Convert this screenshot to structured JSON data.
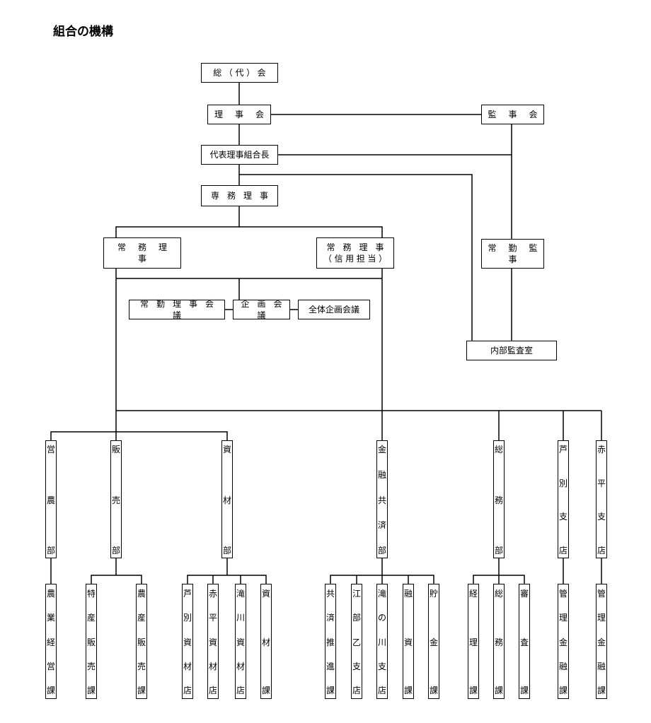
{
  "title": "組合の機構",
  "boxes": {
    "soudai": "総（代）会",
    "rijikai": "理 事 会",
    "kanjikai": "監 事 会",
    "daihyo": "代表理事組合長",
    "senmu": "専 務 理 事",
    "jomu1": "常 務 理 事",
    "jomu2_l1": "常 務 理 事",
    "jomu2_l2": "（信用担当）",
    "jokin_kanji": "常 勤 監 事",
    "jokin_riji": "常 勤 理 事 会 議",
    "kikaku": "企 画 会 議",
    "zentai": "全体企画会議",
    "naibu": "内部監査室"
  },
  "departments": [
    "営農部",
    "販売部",
    "資材部",
    "金融共済部",
    "総務部",
    "芦別支店",
    "赤平支店"
  ],
  "sections": [
    "農業経営課",
    "特産販売課",
    "農産販売課",
    "芦別資材店",
    "赤平資材店",
    "滝川資材店",
    "資材課",
    "共済推進課",
    "江部乙支店",
    "滝の川支店",
    "融資課",
    "貯金課",
    "経理課",
    "総務課",
    "審査課",
    "管理金融課",
    "管理金融課"
  ]
}
